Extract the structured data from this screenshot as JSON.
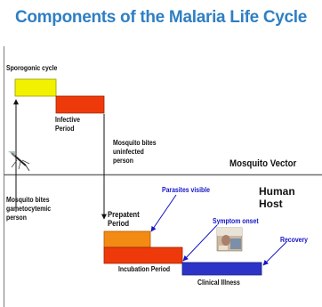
{
  "title": "Components of the Malaria Life Cycle",
  "labels": {
    "sporogonic_cycle": "Sporogonic cycle",
    "infective_period": "Infective\nPeriod",
    "mosquito_bites_uninfected": "Mosquito bites\nuninfected\nperson",
    "mosquito_vector": "Mosquito Vector",
    "mosquito_bites_gametocytemic": "Mosquito bites\ngametocytemic\nperson",
    "prepatent_period": "Prepatent\nPeriod",
    "parasites_visible": "Parasites visible",
    "human_host": "Human\nHost",
    "symptom_onset": "Symptom onset",
    "recovery": "Recovery",
    "incubation_period": "Incubation Period",
    "clinical_illness": "Clinical Illness"
  },
  "colors": {
    "title": "#2f7fc4",
    "sporogonic_bar": "#f2f200",
    "infective_bar": "#ee3a0a",
    "prepatent_bar": "#f28a14",
    "incubation_bar": "#ee3a0a",
    "clinical_bar": "#2c34c8",
    "callout_text": "#1414c8",
    "divider": "#777777"
  },
  "icons": {
    "mosquito": "mosquito-icon",
    "patient": "sick-patient-photo"
  }
}
